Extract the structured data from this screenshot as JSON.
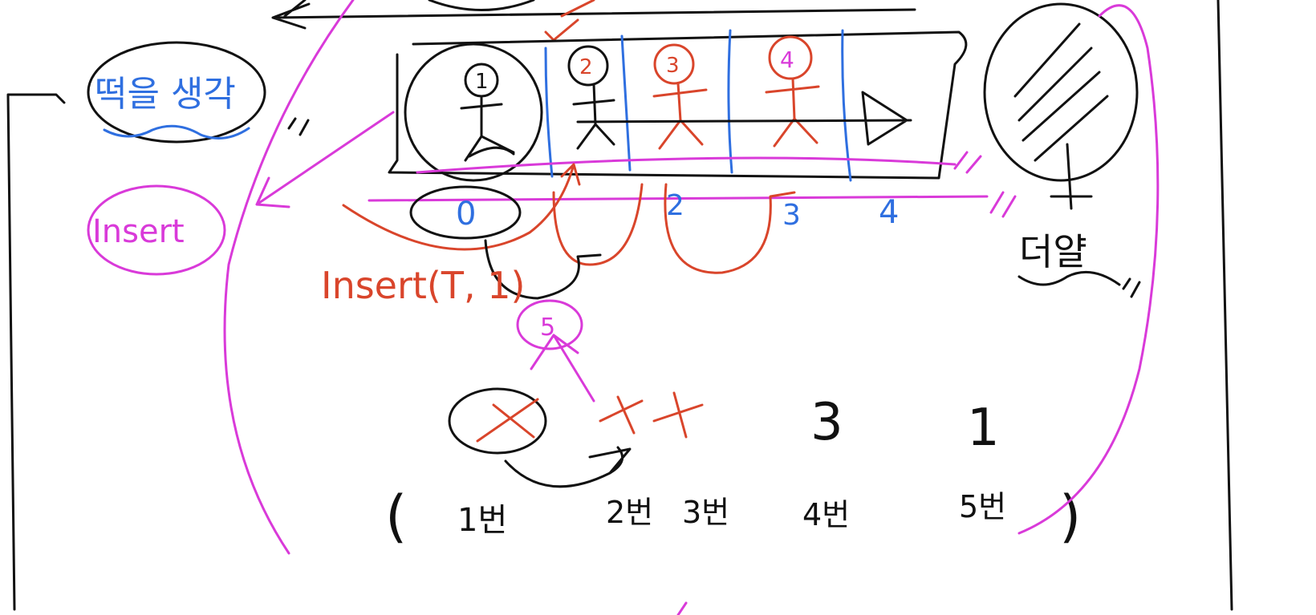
{
  "colors": {
    "black": "#111111",
    "red": "#d9452b",
    "blue": "#2f6fe0",
    "pink": "#d93ad9",
    "background": "#ffffff"
  },
  "queue_numbers": {
    "slot_1": "1",
    "slot_2": "2",
    "slot_3": "3",
    "slot_4": "4"
  },
  "index_labels": [
    "0",
    "2",
    "3",
    "4"
  ],
  "insert_call": "Insert(T, 1)",
  "insert_circle_label": "5",
  "bottom_values": [
    "3",
    "1"
  ],
  "positions": [
    "1번",
    "2번",
    "3번",
    "4번",
    "5번"
  ],
  "left_labels": {
    "blue_circle": "떡을 생각",
    "pink_circle": "Insert"
  },
  "right_label": "더얄"
}
